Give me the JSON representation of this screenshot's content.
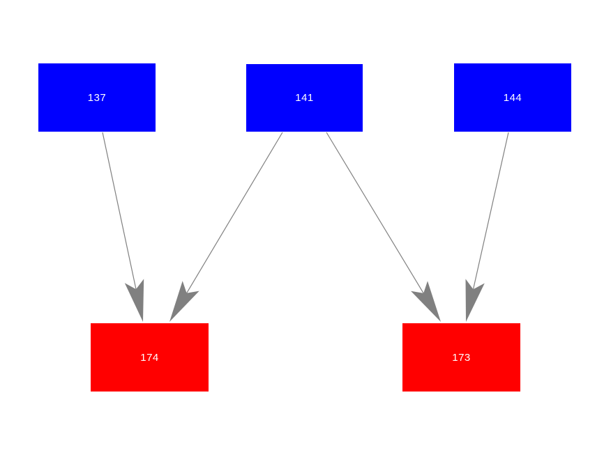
{
  "diagram": {
    "background_color": "#ffffff",
    "node_text_color": "#ffffff",
    "edge_color": "#808080",
    "nodes": [
      {
        "id": "137",
        "label": "137",
        "role": "source",
        "color": "#0000ff"
      },
      {
        "id": "141",
        "label": "141",
        "role": "source",
        "color": "#0000ff"
      },
      {
        "id": "144",
        "label": "144",
        "role": "source",
        "color": "#0000ff"
      },
      {
        "id": "174",
        "label": "174",
        "role": "target",
        "color": "#ff0000"
      },
      {
        "id": "173",
        "label": "173",
        "role": "target",
        "color": "#ff0000"
      }
    ],
    "edges": [
      {
        "from": "137",
        "to": "174"
      },
      {
        "from": "141",
        "to": "174"
      },
      {
        "from": "141",
        "to": "173"
      },
      {
        "from": "144",
        "to": "173"
      }
    ]
  }
}
